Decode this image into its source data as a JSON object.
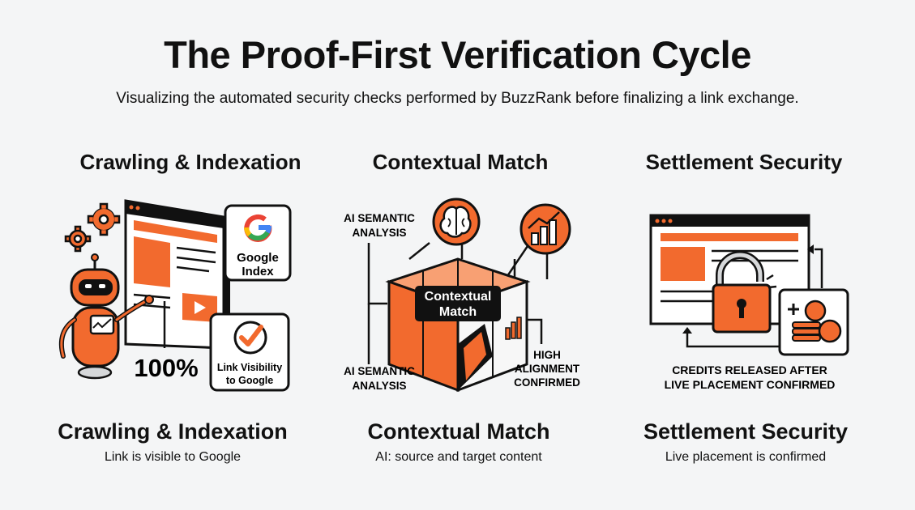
{
  "header": {
    "title": "The Proof-First Verification Cycle",
    "subtitle": "Visualizing the automated security checks performed by BuzzRank before finalizing a link exchange."
  },
  "columns": [
    {
      "heading": "Crawling & Indexation",
      "footer_title": "Crawling & Indexation",
      "footer_subtitle": "Link is visible to Google",
      "art": {
        "google_index_line1": "Google",
        "google_index_line2": "Index",
        "percent": "100%",
        "visibility_line1": "Link Visibility",
        "visibility_line2": "to Google"
      }
    },
    {
      "heading": "Contextual Match",
      "footer_title": "Contextual Match",
      "footer_subtitle": "AI: source and target content",
      "art": {
        "top_label_line1": "AI SEMANTIC",
        "top_label_line2": "ANALYSIS",
        "bottom_label_line1": "AI SEMANTIC",
        "bottom_label_line2": "ANALYSIS",
        "center_line1": "Contextual",
        "center_line2": "Match",
        "right_label_line1": "HIGH",
        "right_label_line2": "ALIGNMENT",
        "right_label_line3": "CONFIRMED"
      }
    },
    {
      "heading": "Settlement Security",
      "footer_title": "Settlement Security",
      "footer_subtitle": "Live placement is confirmed",
      "art": {
        "caption_line1": "CREDITS RELEASED AFTER",
        "caption_line2": "LIVE PLACEMENT CONFIRMED"
      }
    }
  ],
  "colors": {
    "accent": "#f26a2e",
    "ink": "#111111",
    "background": "#f4f5f6"
  }
}
